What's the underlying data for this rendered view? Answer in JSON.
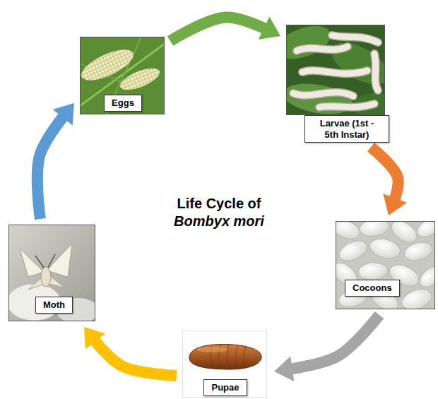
{
  "diagram": {
    "title": "Life Cycle of Bombyx mori",
    "nodes": [
      {
        "text": [
          "Eggs"
        ]
      },
      {
        "text": [
          "Larvae (1st - 5th Instar)"
        ]
      },
      {
        "text": [
          "Cocoons"
        ]
      },
      {
        "text": [
          "Pupae"
        ]
      },
      {
        "text": [
          "Moth"
        ]
      }
    ],
    "edges": [
      {
        "from": 0,
        "to": 1,
        "arrow": "to"
      },
      {
        "from": 1,
        "to": 2,
        "arrow": "to"
      },
      {
        "from": 2,
        "to": 3,
        "arrow": "to"
      },
      {
        "from": 3,
        "to": 4,
        "arrow": "to"
      },
      {
        "from": 4,
        "to": 0,
        "arrow": "to"
      }
    ]
  }
}
